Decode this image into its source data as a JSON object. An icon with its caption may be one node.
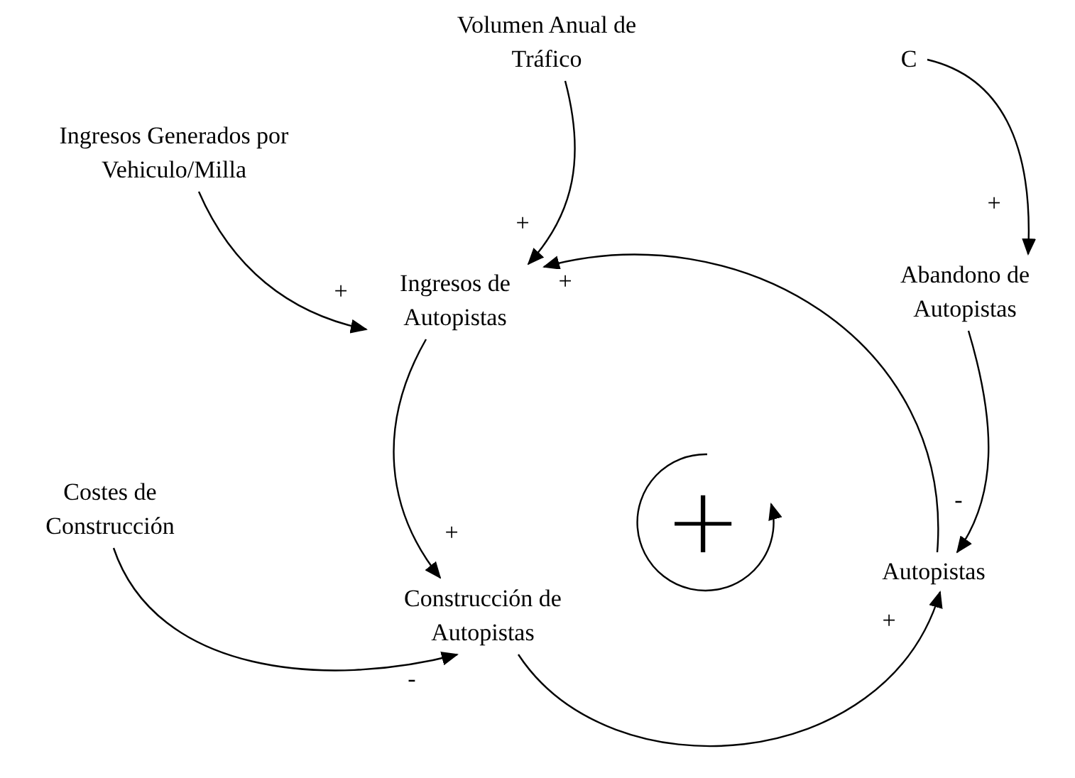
{
  "diagram": {
    "nodes": [
      {
        "text": [
          "Volumen Anual de Tráfico"
        ]
      },
      {
        "text": [
          "Ingresos Generados por Vehiculo/Milla"
        ]
      },
      {
        "text": [
          "C"
        ]
      },
      {
        "text": [
          "Ingresos de Autopistas"
        ]
      },
      {
        "text": [
          "Abandono de Autopistas"
        ]
      },
      {
        "text": [
          "Costes de Construcción"
        ]
      },
      {
        "text": [
          "Construcción de Autopistas"
        ]
      },
      {
        "text": [
          "Autopistas"
        ]
      }
    ],
    "edges": [
      {
        "from": 0,
        "to": 3,
        "arrow": "to",
        "label": "+"
      },
      {
        "from": 1,
        "to": 3,
        "arrow": "to",
        "label": "+"
      },
      {
        "from": 2,
        "to": 4,
        "arrow": "to",
        "label": "+"
      },
      {
        "from": 7,
        "to": 3,
        "arrow": "to",
        "label": "+"
      },
      {
        "from": 3,
        "to": 6,
        "arrow": "to",
        "label": "+"
      },
      {
        "from": 5,
        "to": 6,
        "arrow": "to",
        "label": "-"
      },
      {
        "from": 6,
        "to": 7,
        "arrow": "to",
        "label": "+"
      },
      {
        "from": 4,
        "to": 7,
        "arrow": "to",
        "label": "-"
      }
    ],
    "labels": [
      "+"
    ]
  }
}
